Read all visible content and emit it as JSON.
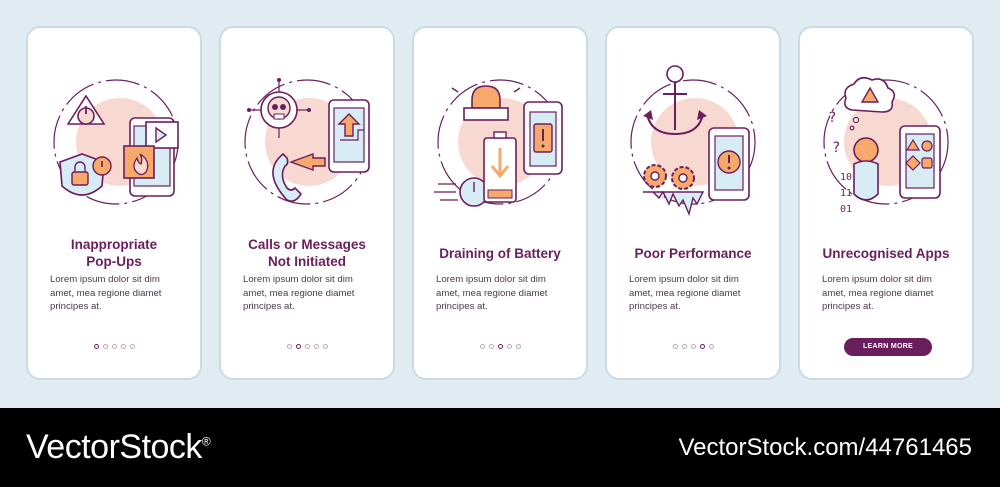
{
  "cards": [
    {
      "title": "Inappropriate\nPop-Ups",
      "description": "Lorem ipsum dolor sit dim amet, mea regione diamet principes at.",
      "icon": "popup-warning-icon",
      "active_step": 1
    },
    {
      "title": "Calls or Messages\nNot Initiated",
      "description": "Lorem ipsum dolor sit dim amet, mea regione diamet principes at.",
      "icon": "skull-call-icon",
      "active_step": 2
    },
    {
      "title": "Draining of Battery",
      "description": "Lorem ipsum dolor sit dim amet, mea regione diamet principes at.",
      "icon": "battery-alarm-icon",
      "active_step": 3
    },
    {
      "title": "Poor Performance",
      "description": "Lorem ipsum dolor sit dim amet, mea regione diamet principes at.",
      "icon": "anchor-gears-icon",
      "active_step": 4
    },
    {
      "title": "Unrecognised Apps",
      "description": "Lorem ipsum dolor sit dim amet, mea regione diamet principes at.",
      "icon": "unknown-apps-icon",
      "button_label": "LEARN MORE"
    }
  ],
  "pagination_total": 5,
  "footer": {
    "brand": "VectorStock",
    "registered_mark": "®",
    "credit": "VectorStock.com/44761465"
  },
  "colors": {
    "accent": "#6b1e5e",
    "blush": "#f7d9d2",
    "card_border": "#c9dbe5",
    "background": "#e1ecf2"
  }
}
